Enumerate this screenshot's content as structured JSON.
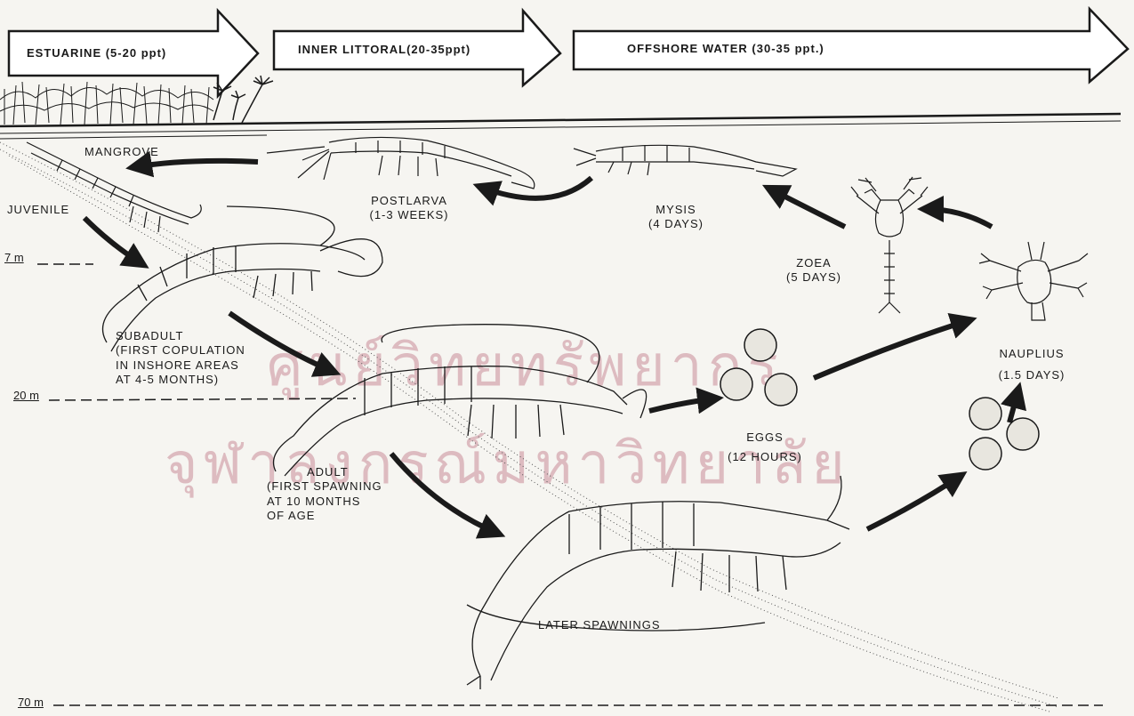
{
  "zones": [
    {
      "label": "ESTUARINE (5-20 ppt)"
    },
    {
      "label": "INNER LITTORAL(20-35ppt)"
    },
    {
      "label": "OFFSHORE WATER (30-35 ppt.)"
    }
  ],
  "depths": {
    "d1": "7 m",
    "d2": "20 m",
    "d3": "70 m"
  },
  "stages": {
    "mangrove": "MANGROVE",
    "juvenile": "JUVENILE",
    "postlarva": "POSTLARVA",
    "postlarva_duration": "(1-3 WEEKS)",
    "mysis": "MYSIS",
    "mysis_duration": "(4 DAYS)",
    "zoea": "ZOEA",
    "zoea_duration": "(5 DAYS)",
    "nauplius": "NAUPLIUS",
    "nauplius_duration": "(1.5 DAYS)",
    "eggs": "EGGS",
    "eggs_duration": "(12 HOURS)",
    "subadult": "SUBADULT",
    "subadult_line1": "(FIRST COPULATION",
    "subadult_line2": "IN INSHORE AREAS",
    "subadult_line3": "AT 4-5 MONTHS)",
    "adult": "ADULT",
    "adult_line1": "(FIRST SPAWNING",
    "adult_line2": "AT 10 MONTHS",
    "adult_line3": "OF AGE",
    "later": "LATER SPAWNINGS"
  },
  "watermark": {
    "line1": "ศูนย์วิทยทรัพยากร",
    "line2": "จุฬาลงกรณ์มหาวิทยาลัย"
  },
  "colors": {
    "ink": "#1a1a1a",
    "paper": "#f6f5f1",
    "watermark": "#c98d99"
  }
}
